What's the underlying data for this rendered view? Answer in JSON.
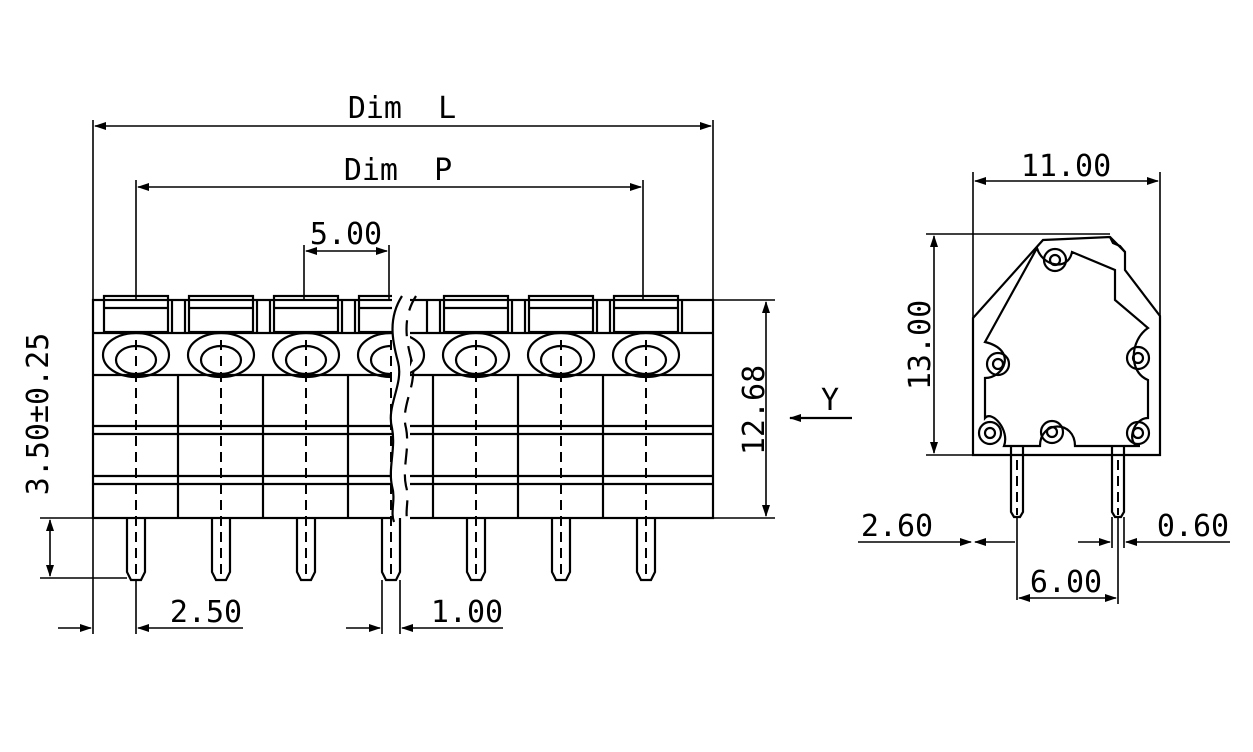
{
  "front_view": {
    "dim_l": "Dim  L",
    "dim_p": "Dim  P",
    "pitch": "5.00",
    "pin_length": "3.50±0.25",
    "height": "12.68",
    "pin_offset": "2.50",
    "pin_width": "1.00",
    "view_marker": "Y"
  },
  "side_view": {
    "width": "11.00",
    "height": "13.00",
    "left_offset": "2.60",
    "pin_spacing": "6.00",
    "pin_thickness": "0.60"
  }
}
